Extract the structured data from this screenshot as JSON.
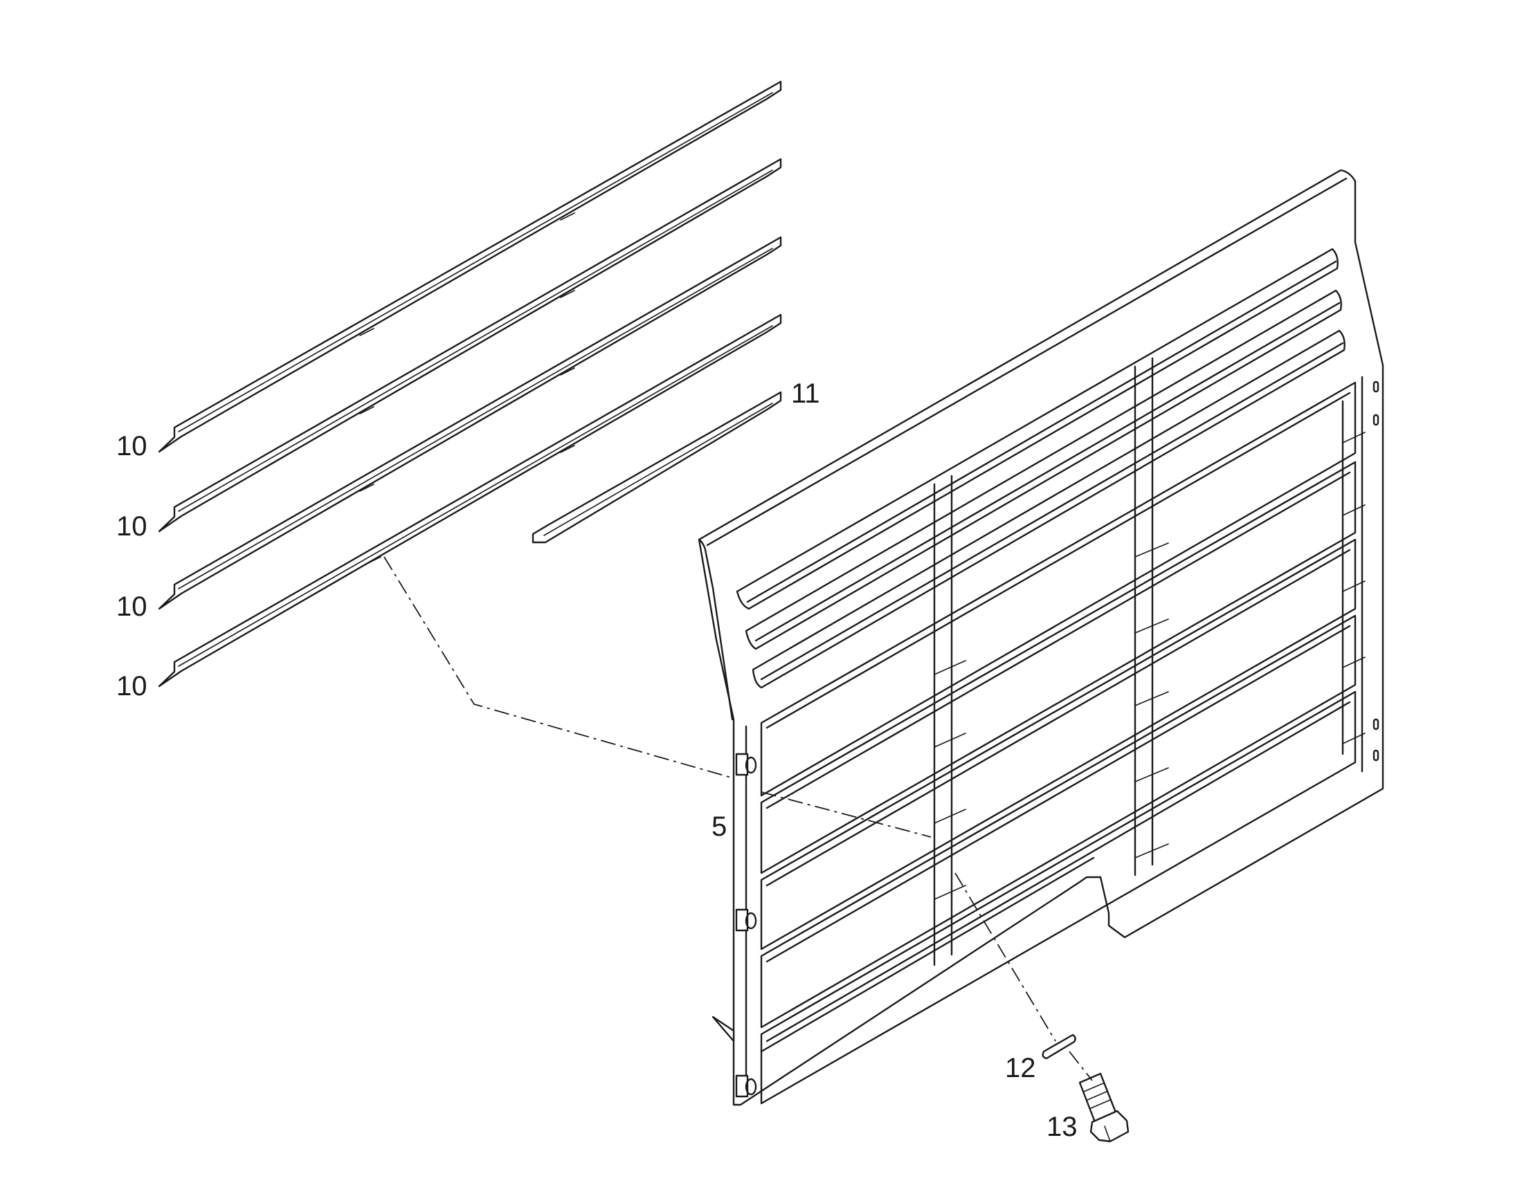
{
  "callouts": {
    "strip_1": "10",
    "strip_2": "10",
    "strip_3": "10",
    "strip_4": "10",
    "short_strip": "11",
    "grille_panel": "5",
    "washer": "12",
    "bolt": "13"
  },
  "colors": {
    "line": "#1a1a1a",
    "background": "#ffffff"
  }
}
